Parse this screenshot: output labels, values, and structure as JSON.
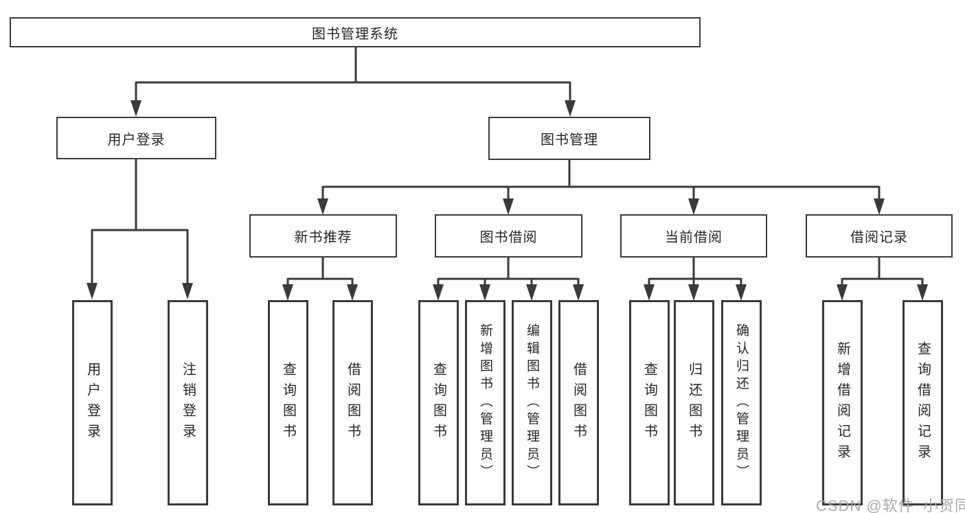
{
  "tree": {
    "label": "图书管理系统",
    "children": [
      {
        "label": "用户登录",
        "children": [
          {
            "label": "用户登录"
          },
          {
            "label": "注销登录"
          }
        ]
      },
      {
        "label": "图书管理",
        "children": [
          {
            "label": "新书推荐",
            "children": [
              {
                "label": "查询图书"
              },
              {
                "label": "借阅图书"
              }
            ]
          },
          {
            "label": "图书借阅",
            "children": [
              {
                "label": "查询图书"
              },
              {
                "label": "新增图书（管理员）"
              },
              {
                "label": "编辑图书（管理员）"
              },
              {
                "label": "借阅图书"
              }
            ]
          },
          {
            "label": "当前借阅",
            "children": [
              {
                "label": "查询图书"
              },
              {
                "label": "归还图书"
              },
              {
                "label": "确认归还（管理员）"
              }
            ]
          },
          {
            "label": "借阅记录",
            "children": [
              {
                "label": "新增借阅记录"
              },
              {
                "label": "查询借阅记录"
              }
            ]
          }
        ]
      }
    ]
  },
  "watermark": {
    "text": "CSDN @软件_小贺同学",
    "color": "#a3a3a3"
  },
  "colors": {
    "line": "#3a3a3a",
    "text": "#262626",
    "background": "#ffffff"
  }
}
